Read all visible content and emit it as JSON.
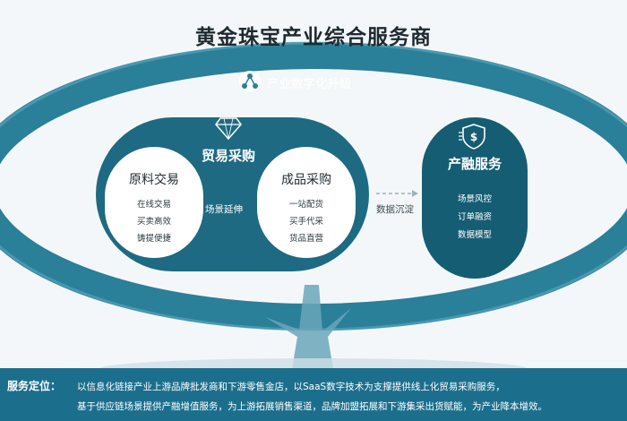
{
  "title": "黄金珠宝产业综合服务商",
  "ring": {
    "label": "产业数字化升级",
    "icon": "network-logo-icon"
  },
  "trade": {
    "title": "贸易采购",
    "icon": "diamond-icon",
    "raw": {
      "title": "原料交易",
      "items": [
        "在线交易",
        "买卖高效",
        "铸提便捷"
      ]
    },
    "arrow_label": "场景延伸",
    "finished": {
      "title": "成品采购",
      "items": [
        "一站配货",
        "买手代采",
        "货品直营"
      ]
    }
  },
  "data_arrow_label": "数据沉淀",
  "finance": {
    "title": "产融服务",
    "icon": "shield-dollar-icon",
    "items": [
      "场景风控",
      "订单融资",
      "数据模型"
    ]
  },
  "positioning": {
    "label": "服务定位：",
    "line1": "以信息化链接产业上游品牌批发商和下游零售金店，以SaaS数字技术为支撑提供线上化贸易采购服务，",
    "line2": "基于供应链场景提供产融增值服务，为上游拓展销售渠道，品牌加盟拓展和下游集采出货赋能，为产业降本增效。"
  },
  "colors": {
    "primary": "#1d6a82",
    "dark": "#155d73",
    "band": "#1c6f8c",
    "ring": "#2a7f99"
  }
}
